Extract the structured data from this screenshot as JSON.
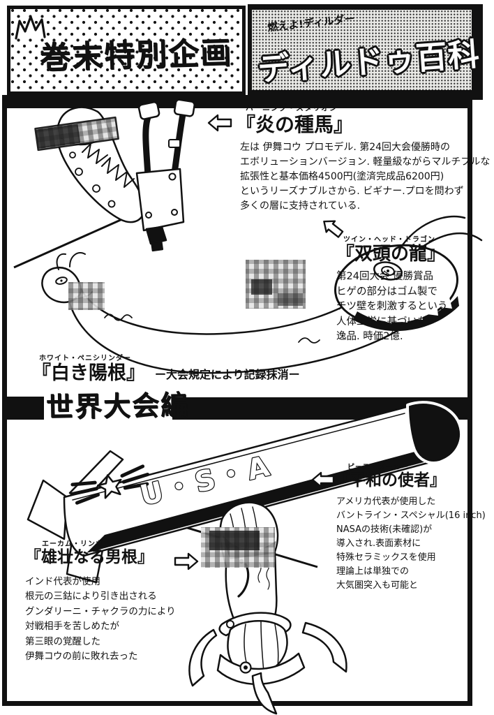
{
  "header": {
    "left_box": {
      "title": "巻末特別企画"
    },
    "right_box": {
      "subtitle": "燃えよ!ディルダー",
      "title": "ディルドゥ百科"
    }
  },
  "sections": {
    "stallion": {
      "ruby": "バーニング・スタリオン",
      "title": "『炎の種馬』",
      "lines": [
        "左は 伊舞コウ プロモデル. 第24回大会優勝時の",
        "エボリューションバージョン. 軽量級ながらマルチプルな",
        "拡張性と基本価格4500円(塗済完成品6200円)",
        "というリーズナブルさから. ビギナー.プロを問わず",
        "多くの層に支持されている."
      ]
    },
    "dragon": {
      "ruby": "ツイン・ヘッド・ドラゴン",
      "title": "『双頭の龍』",
      "lines": [
        "第24回大会 優勝賞品",
        "ヒゲの部分はゴム製で",
        "チツ壁を刺激するという",
        "人体工学に基づいた",
        "逸品. 時価2億."
      ]
    },
    "white_penis": {
      "ruby": "ホワイト・ペニシリンダー",
      "title": "『白き陽根』",
      "note": "ー大会規定により記録抹消ー"
    },
    "world_banner": {
      "title": "世界大会編"
    },
    "peace": {
      "ruby": "ピース・メーカー",
      "title": "『平和の使者』",
      "lines": [
        "アメリカ代表が使用した",
        "バントライン・スペシャル(16 inch)",
        "NASAの技術(未確認)が",
        "導入され.表面素材に",
        "特殊セラミックスを使用",
        "理論上は単独での",
        "大気圏突入も可能と"
      ]
    },
    "linga": {
      "ruby": "エーカム・リンガ",
      "title": "『雄壮なる男根』",
      "lines": [
        "インド代表が使用",
        "根元の三鈷により引き出される",
        "グンダリーニ・チャクラの力により",
        "対戦相手を苦しめたが",
        "第三眼の覚醒した",
        "伊舞コウの前に敗れ去った"
      ]
    }
  },
  "artwork": {
    "usa_rocket_label": "U・S・A"
  },
  "colors": {
    "ink": "#111111",
    "paper": "#ffffff",
    "halftone_gray": "#e9e9e6"
  }
}
